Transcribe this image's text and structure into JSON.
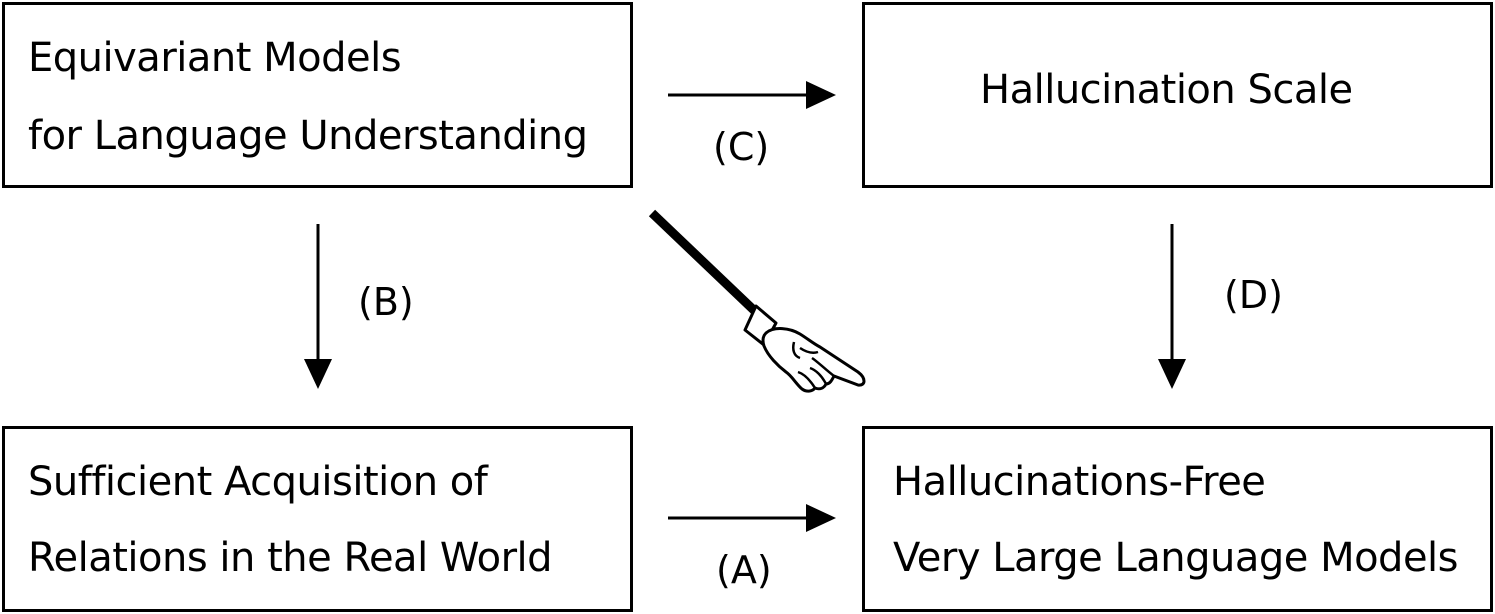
{
  "boxes": {
    "top_left": {
      "line1": "Equivariant Models",
      "line2": "for Language Understanding"
    },
    "top_right": {
      "line1": "Hallucination Scale"
    },
    "bottom_left": {
      "line1": "Sufficient Acquisition of",
      "line2": "Relations in the Real World"
    },
    "bottom_right": {
      "line1": "Hallucinations-Free",
      "line2": "Very Large Language Models"
    }
  },
  "arrows": {
    "a": "(A)",
    "b": "(B)",
    "c": "(C)",
    "d": "(D)"
  },
  "icons": {
    "pointer": "pointing-hand-icon"
  }
}
